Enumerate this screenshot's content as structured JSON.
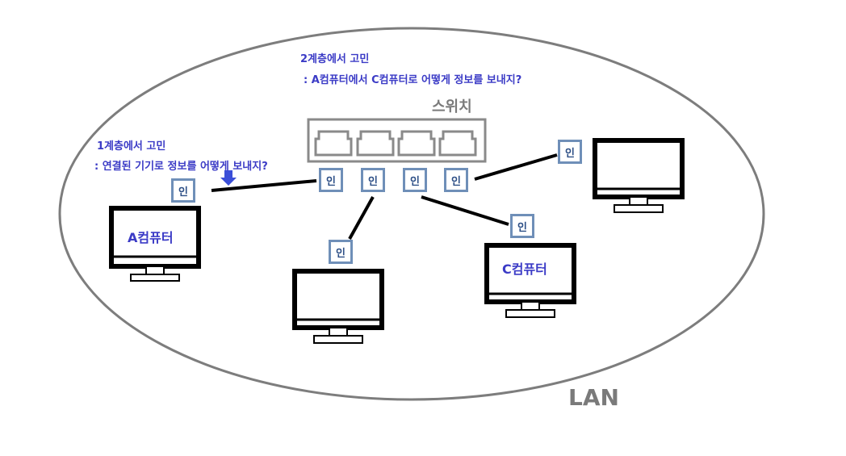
{
  "notes": {
    "layer2_title": "2계층에서 고민",
    "layer2_question": ": A컴퓨터에서 C컴퓨터로 어떻게 정보를 보내지?",
    "layer1_title": "1계층에서 고민",
    "layer1_question": ": 연결된 기기로 정보를 어떻게 보내지?"
  },
  "labels": {
    "switch": "스위치",
    "lan": "LAN",
    "computer_a": "A컴퓨터",
    "computer_c": "C컴퓨터"
  },
  "nic_label": "인",
  "colors": {
    "note_text": "#3b3bc6",
    "nic_border": "#6f8fb8",
    "arrow": "#3b4fd8",
    "label_gray": "#7a7a7a"
  }
}
